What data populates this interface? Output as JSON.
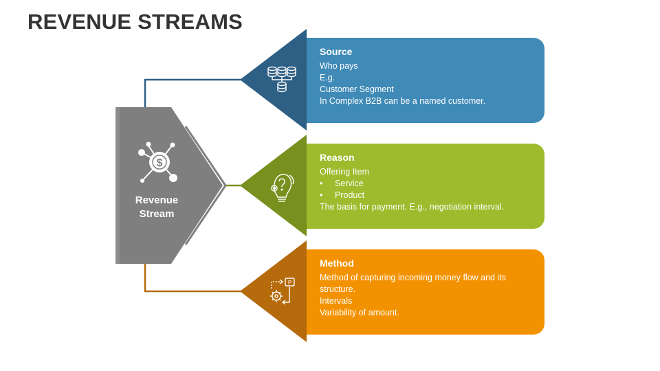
{
  "title": "REVENUE STREAMS",
  "center": {
    "label_line1": "Revenue",
    "label_line2": "Stream",
    "icon": "dollar-network-icon"
  },
  "colors": {
    "center": "#7f7f7f",
    "source": "#3f8ab7",
    "source_dark": "#2e5f84",
    "reason": "#9dbb2c",
    "reason_dark": "#78901e",
    "method": "#f39200",
    "method_dark": "#b56a0b"
  },
  "items": [
    {
      "key": "source",
      "heading": "Source",
      "icon": "database-icon",
      "lines": [
        "Who pays",
        "E.g.",
        "Customer Segment",
        "In Complex B2B can be a named customer."
      ]
    },
    {
      "key": "reason",
      "heading": "Reason",
      "icon": "lightbulb-question-icon",
      "intro": "Offering Item",
      "bullets": [
        "Service",
        "Product"
      ],
      "outro": "The basis for payment. E.g., negotiation interval."
    },
    {
      "key": "method",
      "heading": "Method",
      "icon": "process-flow-icon",
      "lines": [
        "Method of capturing incoming money flow and its",
        "structure.",
        "Intervals",
        "Variability of amount."
      ]
    }
  ]
}
